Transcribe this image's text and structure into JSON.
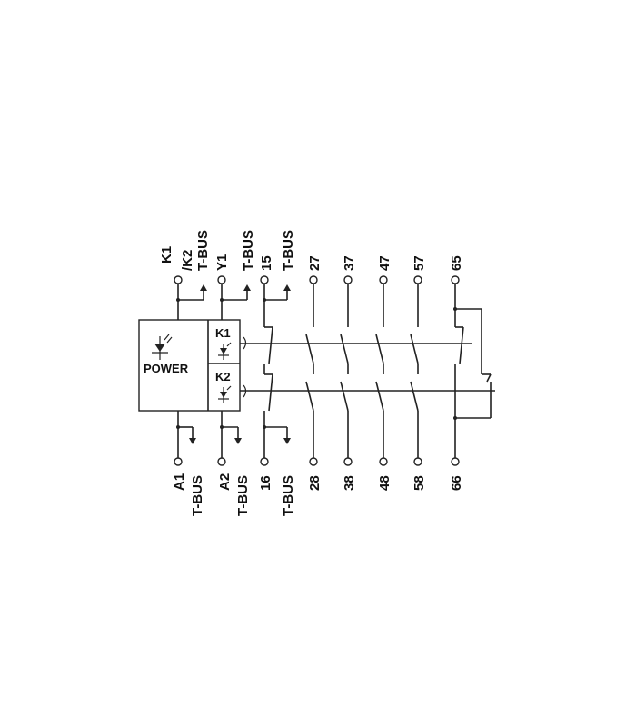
{
  "top_labels": {
    "k1": "K1",
    "k2": "/K2",
    "tbus_1": "T-BUS",
    "y1": "Y1",
    "tbus_2": "T-BUS",
    "t15": "15",
    "tbus_3": "T-BUS",
    "t27": "27",
    "t37": "37",
    "t47": "47",
    "t57": "57",
    "t65": "65"
  },
  "bottom_labels": {
    "a1": "A1",
    "tbus_1": "T-BUS",
    "a2": "A2",
    "tbus_2": "T-BUS",
    "t16": "16",
    "tbus_3": "T-BUS",
    "t28": "28",
    "t38": "38",
    "t48": "48",
    "t58": "58",
    "t66": "66"
  },
  "module": {
    "power_label": "POWER",
    "k1_label": "K1",
    "k2_label": "K2"
  }
}
